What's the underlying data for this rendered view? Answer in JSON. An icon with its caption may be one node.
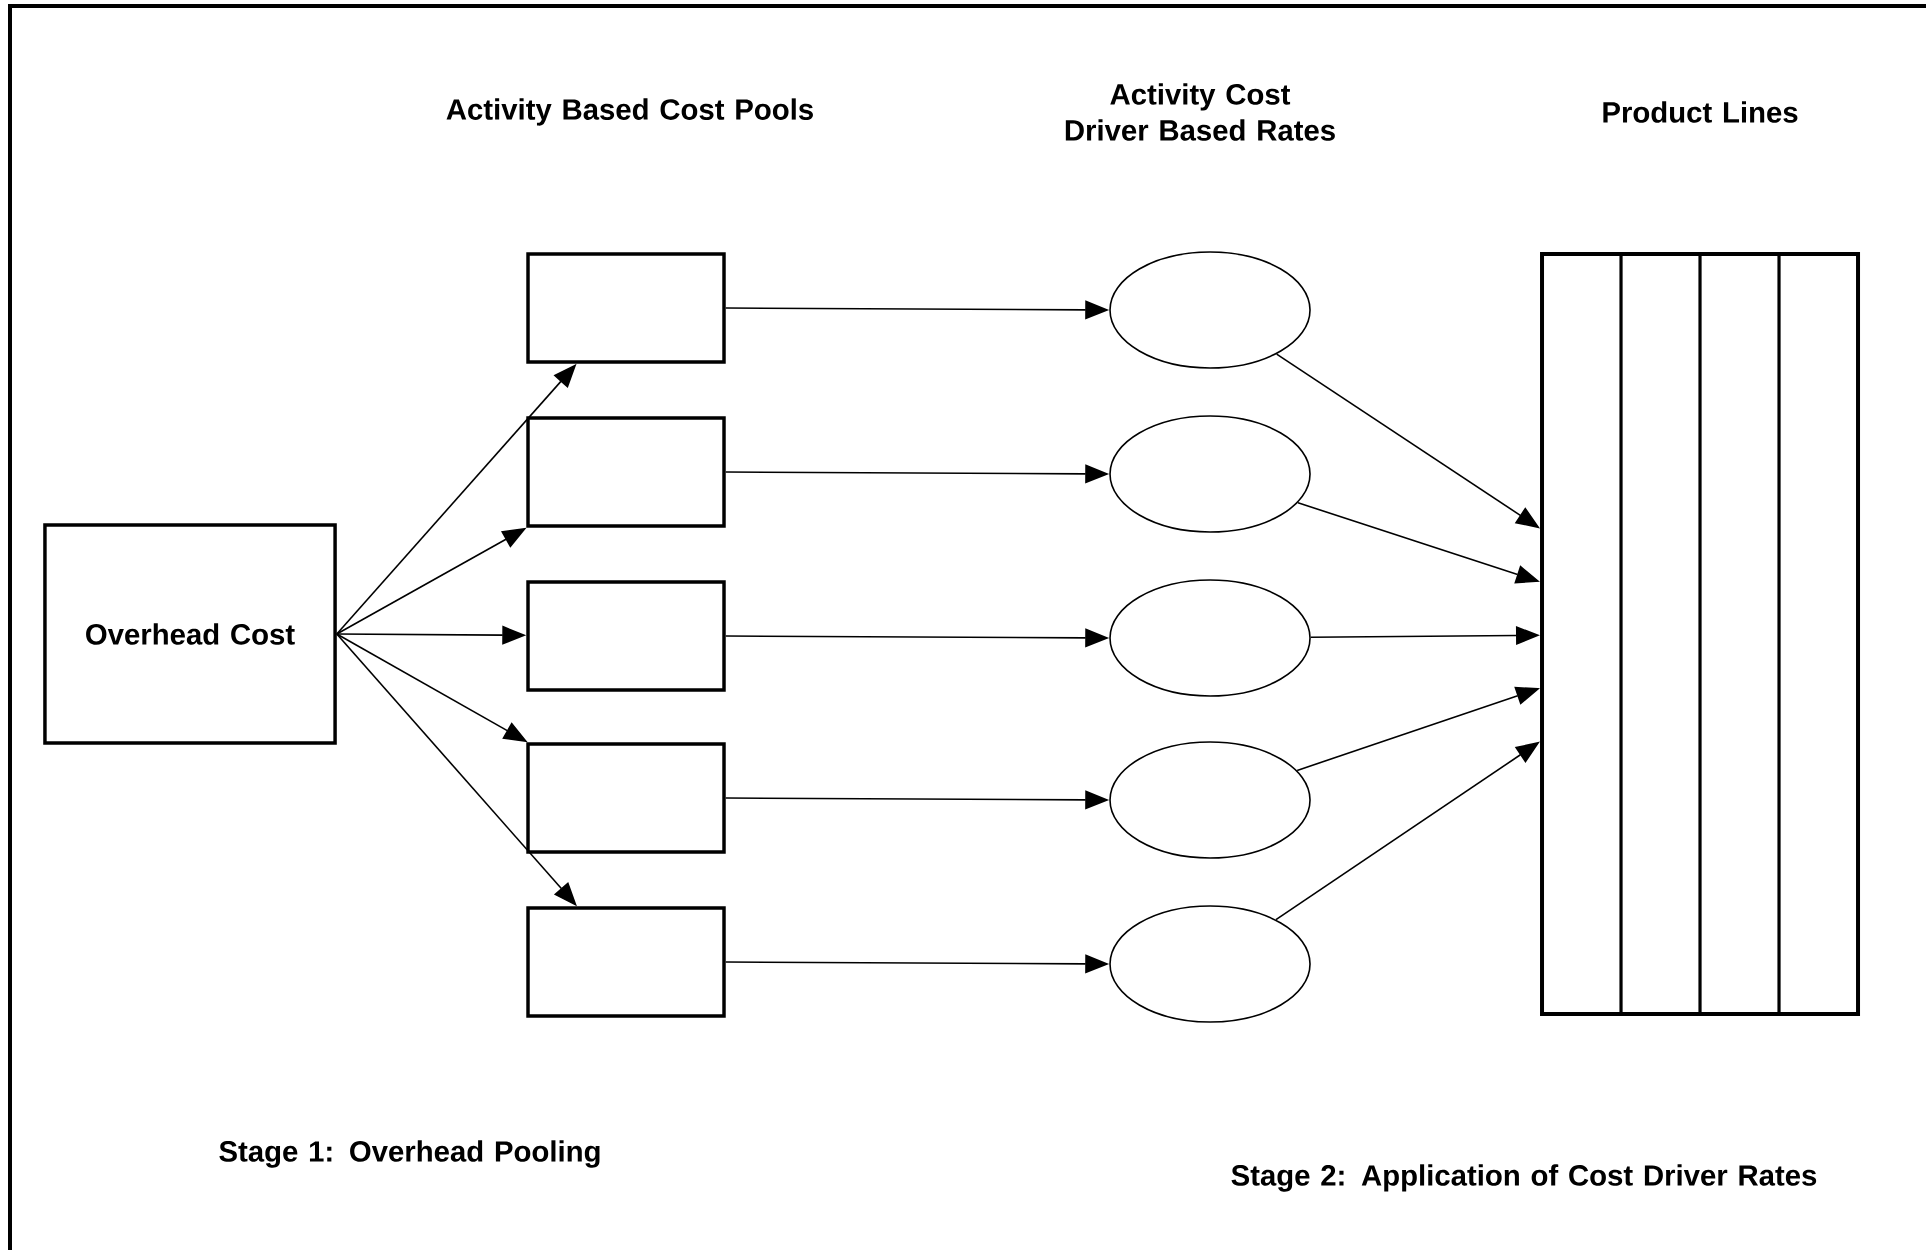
{
  "diagram": {
    "nodes": [
      {
        "text": [
          "Overhead Cost"
        ]
      },
      {
        "text": [],
        "shape": "box"
      },
      {
        "text": [],
        "shape": "box"
      },
      {
        "text": [],
        "shape": "box"
      },
      {
        "text": [],
        "shape": "box"
      },
      {
        "text": [],
        "shape": "box"
      },
      {
        "text": [],
        "shape": "ellipse"
      },
      {
        "text": [],
        "shape": "ellipse"
      },
      {
        "text": [],
        "shape": "ellipse"
      },
      {
        "text": [],
        "shape": "ellipse"
      },
      {
        "text": [],
        "shape": "ellipse"
      },
      {
        "text": [
          "Product Lines"
        ]
      }
    ],
    "edges": [
      {
        "from": 0,
        "to": 1,
        "arrow": "to"
      },
      {
        "from": 0,
        "to": 2,
        "arrow": "to"
      },
      {
        "from": 0,
        "to": 3,
        "arrow": "to"
      },
      {
        "from": 0,
        "to": 4,
        "arrow": "to"
      },
      {
        "from": 0,
        "to": 5,
        "arrow": "to"
      },
      {
        "from": 1,
        "to": 6,
        "arrow": "to"
      },
      {
        "from": 2,
        "to": 7,
        "arrow": "to"
      },
      {
        "from": 3,
        "to": 8,
        "arrow": "to"
      },
      {
        "from": 4,
        "to": 9,
        "arrow": "to"
      },
      {
        "from": 5,
        "to": 10,
        "arrow": "to"
      },
      {
        "from": 6,
        "to": 11,
        "arrow": "to"
      },
      {
        "from": 7,
        "to": 11,
        "arrow": "to"
      },
      {
        "from": 8,
        "to": 11,
        "arrow": "to"
      },
      {
        "from": 9,
        "to": 11,
        "arrow": "to"
      },
      {
        "from": 10,
        "to": 11,
        "arrow": "to"
      }
    ],
    "labels": [
      "Activity Based Cost Pools",
      "Activity Cost Driver Based Rates",
      "Stage 1: Overhead Pooling",
      "Stage 2: Application of Cost Driver Rates"
    ]
  }
}
